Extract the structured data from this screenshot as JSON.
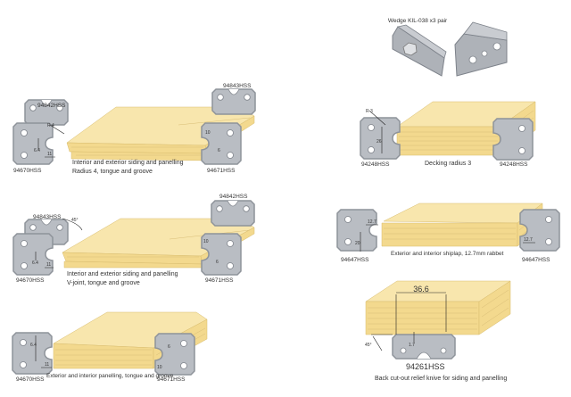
{
  "sections": {
    "radius4": {
      "caption_line1": "Interior and exterior siding and panelling",
      "caption_line2": "Radius 4, tongue and groove",
      "knife_top_left": "94842HSS",
      "knife_bottom_left": "94670HSS",
      "knife_top_right": "94843HSS",
      "knife_bottom_right": "94671HSS",
      "dims": {
        "radius": "R 4",
        "depth": "6.4",
        "width": "11",
        "right_width": "10",
        "right_depth": "6"
      }
    },
    "vjoint": {
      "caption_line1": "Interior and exterior siding and panelling",
      "caption_line2": "V-joint, tongue and groove",
      "knife_top_left": "94843HSS",
      "knife_bottom_left": "94670HSS",
      "knife_top_right": "94842HSS",
      "knife_bottom_right": "94671HSS",
      "dims": {
        "angle": "45°",
        "depth": "6.4",
        "width": "11",
        "right_width": "10",
        "right_depth": "6"
      }
    },
    "panelling": {
      "caption": "Exterior and interior panelling,  tongue and groove",
      "knife_left": "94670HSS",
      "knife_right": "94671HSS",
      "dims": {
        "depth": "6.4",
        "width": "11",
        "right_width": "10",
        "right_depth": "6"
      }
    },
    "wedge": {
      "caption": "Wedge KIL-038  x3 pair"
    },
    "decking": {
      "caption": "Decking radius 3",
      "knife_left": "94248HSS",
      "knife_right": "94248HSS",
      "dims": {
        "radius": "R 3",
        "height": "26"
      }
    },
    "shiplap": {
      "caption": "Exterior and interior shiplap, 12.7mm rabbet",
      "knife_left": "94647HSS",
      "knife_right": "94647HSS",
      "dims": {
        "left_width": "12.7",
        "left_height": "20",
        "right_width": "12.7"
      }
    },
    "backcut": {
      "caption": "Back cut-out relief knive for siding and panelling",
      "knife": "94261HSS",
      "dims": {
        "width": "36.6",
        "angle": "45°",
        "depth": "1.7"
      }
    }
  },
  "colors": {
    "steel": "#b9bdc3",
    "wood_top": "#f8e6ad",
    "wood_side": "#f3d98e"
  }
}
